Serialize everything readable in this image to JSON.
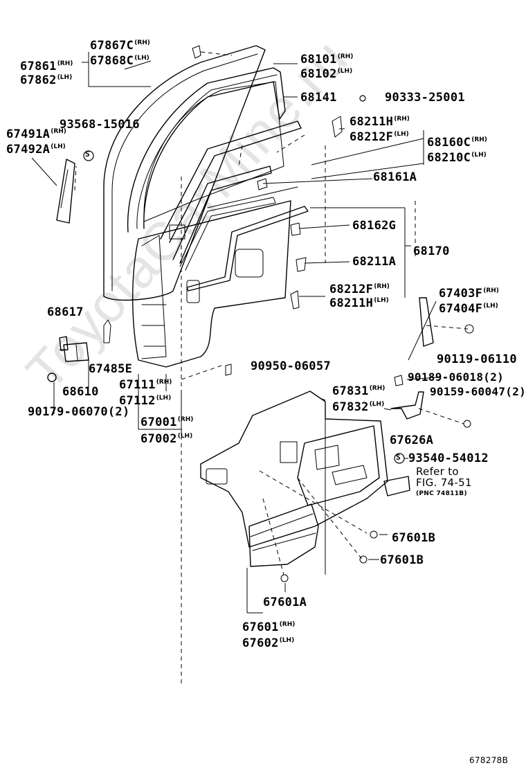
{
  "watermark": "ToyotaCarMine.ru",
  "figure_id": "678278B",
  "labels": [
    {
      "id": "l1",
      "code": "67867C",
      "note": "(RH)"
    },
    {
      "id": "l2",
      "code": "67868C",
      "note": "(LH)"
    },
    {
      "id": "l3",
      "code": "67861",
      "note": "(RH)"
    },
    {
      "id": "l4",
      "code": "67862",
      "note": "(LH)"
    },
    {
      "id": "l5",
      "code": "68101",
      "note": "(RH)"
    },
    {
      "id": "l6",
      "code": "68102",
      "note": "(LH)"
    },
    {
      "id": "l7",
      "code": "68141",
      "note": ""
    },
    {
      "id": "l8",
      "code": "90333-25001",
      "note": ""
    },
    {
      "id": "l9",
      "code": "93568-15016",
      "note": ""
    },
    {
      "id": "l10",
      "code": "67491A",
      "note": "(RH)"
    },
    {
      "id": "l11",
      "code": "67492A",
      "note": "(LH)"
    },
    {
      "id": "l12",
      "code": "68211H",
      "note": "(RH)"
    },
    {
      "id": "l13",
      "code": "68212F",
      "note": "(LH)"
    },
    {
      "id": "l14",
      "code": "68160C",
      "note": "(RH)"
    },
    {
      "id": "l15",
      "code": "68210C",
      "note": "(LH)"
    },
    {
      "id": "l16",
      "code": "68161A",
      "note": ""
    },
    {
      "id": "l17",
      "code": "68162G",
      "note": ""
    },
    {
      "id": "l18",
      "code": "68170",
      "note": ""
    },
    {
      "id": "l19",
      "code": "68211A",
      "note": ""
    },
    {
      "id": "l20",
      "code": "68212F",
      "note": "(RH)"
    },
    {
      "id": "l21",
      "code": "68211H",
      "note": "(LH)"
    },
    {
      "id": "l22",
      "code": "67403F",
      "note": "(RH)"
    },
    {
      "id": "l23",
      "code": "67404F",
      "note": "(LH)"
    },
    {
      "id": "l24",
      "code": "68617",
      "note": ""
    },
    {
      "id": "l25",
      "code": "90119-06110",
      "note": ""
    },
    {
      "id": "l26",
      "code": "67485E",
      "note": ""
    },
    {
      "id": "l27",
      "code": "90950-06057",
      "note": ""
    },
    {
      "id": "l28",
      "code": "68610",
      "note": ""
    },
    {
      "id": "l29",
      "code": "67111",
      "note": "(RH)"
    },
    {
      "id": "l30",
      "code": "67112",
      "note": "(LH)"
    },
    {
      "id": "l31",
      "code": "90189-06018(2)",
      "note": ""
    },
    {
      "id": "l32",
      "code": "90179-06070(2)",
      "note": ""
    },
    {
      "id": "l33",
      "code": "67831",
      "note": "(RH)"
    },
    {
      "id": "l34",
      "code": "67832",
      "note": "(LH)"
    },
    {
      "id": "l35",
      "code": "90159-60047(2)",
      "note": ""
    },
    {
      "id": "l36",
      "code": "67001",
      "note": "(RH)"
    },
    {
      "id": "l37",
      "code": "67002",
      "note": "(LH)"
    },
    {
      "id": "l38",
      "code": "67626A",
      "note": ""
    },
    {
      "id": "l39",
      "code": "93540-54012",
      "note": ""
    },
    {
      "id": "l43",
      "code": "67601B",
      "note": ""
    },
    {
      "id": "l44",
      "code": "67601B",
      "note": ""
    },
    {
      "id": "l45",
      "code": "67601A",
      "note": ""
    },
    {
      "id": "l46",
      "code": "67601",
      "note": "(RH)"
    },
    {
      "id": "l47",
      "code": "67602",
      "note": "(LH)"
    }
  ],
  "reference": {
    "line1": "Refer to",
    "line2": "FIG. 74-51",
    "line3": "(PNC 74811B)"
  },
  "symbols": {
    "s_mark": "S"
  }
}
